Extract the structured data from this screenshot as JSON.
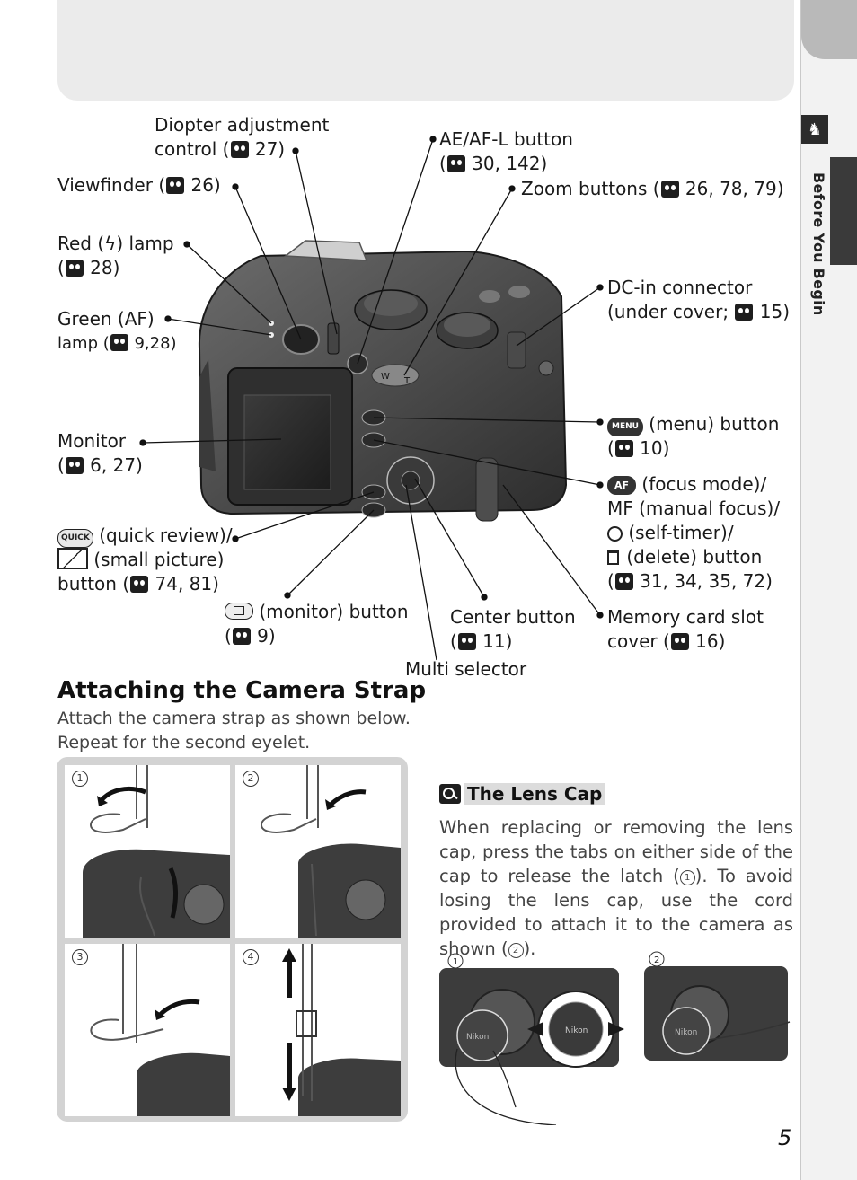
{
  "side_tab": {
    "label": "Before You Begin",
    "icon": "rooster-icon"
  },
  "callouts": {
    "diopter": {
      "line1": "Diopter adjustment",
      "line2_pre": "control (",
      "line2_post": " 27)"
    },
    "viewfinder": {
      "pre": "Viewfinder (",
      "post": " 26)"
    },
    "red_lamp": {
      "line1_pre": "Red (",
      "line1_symbol": "ϟ",
      "line1_post": ") lamp",
      "line2_pre": "(",
      "line2_post": " 28)"
    },
    "green_lamp": {
      "line1": "Green (AF)",
      "line2_pre": "lamp (",
      "line2_post": " 9,28)"
    },
    "monitor": {
      "line1": "Monitor",
      "line2_pre": "(",
      "line2_post": " 6, 27)"
    },
    "quick": {
      "badge": "QUICK",
      "line1": " (quick review)/",
      "line2": " (small picture)",
      "line3_pre": "button (",
      "line3_post": " 74, 81)"
    },
    "monitor_button": {
      "line1": " (monitor) button",
      "line2_pre": "(",
      "line2_post": " 9)"
    },
    "aeafl": {
      "line1": "AE/AF-L button",
      "line2_pre": "(",
      "line2_post": " 30, 142)"
    },
    "zoom": {
      "pre": "Zoom buttons (",
      "post": " 26, 78, 79)"
    },
    "dcin": {
      "line1": "DC-in connector",
      "line2_pre": "(under cover; ",
      "line2_post": " 15)"
    },
    "menu": {
      "badge": "MENU",
      "line1": " (menu) button",
      "line2_pre": "(",
      "line2_post": " 10)"
    },
    "focus": {
      "badge": "AF",
      "line1": " (focus mode)/",
      "line2": "MF (manual focus)/",
      "line3": " (self-timer)/",
      "line4": " (delete) button",
      "line5_pre": "(",
      "line5_post": " 31, 34, 35, 72)"
    },
    "center": {
      "line1": "Center button",
      "line2_pre": "(",
      "line2_post": " 11)"
    },
    "memory": {
      "line1": "Memory card slot",
      "line2_pre": "cover (",
      "line2_post": " 16)"
    },
    "multi": {
      "text": "Multi selector"
    }
  },
  "section": {
    "title": "Attaching the Camera Strap",
    "intro_line1": "Attach the camera strap as shown below.",
    "intro_line2": "Repeat for the second eyelet.",
    "steps": [
      "1",
      "2",
      "3",
      "4"
    ]
  },
  "note": {
    "title": "The Lens Cap",
    "body_1": "When replacing or removing the lens cap, press the tabs on either side of the cap to release the latch (",
    "num_1": "1",
    "body_2": ").  To avoid losing the lens cap, use the cord provided to attach it to the camera as shown (",
    "num_2": "2",
    "body_3": ").",
    "fig1": "1",
    "fig2": "2",
    "cap_brand": "Nikon"
  },
  "page_number": "5"
}
